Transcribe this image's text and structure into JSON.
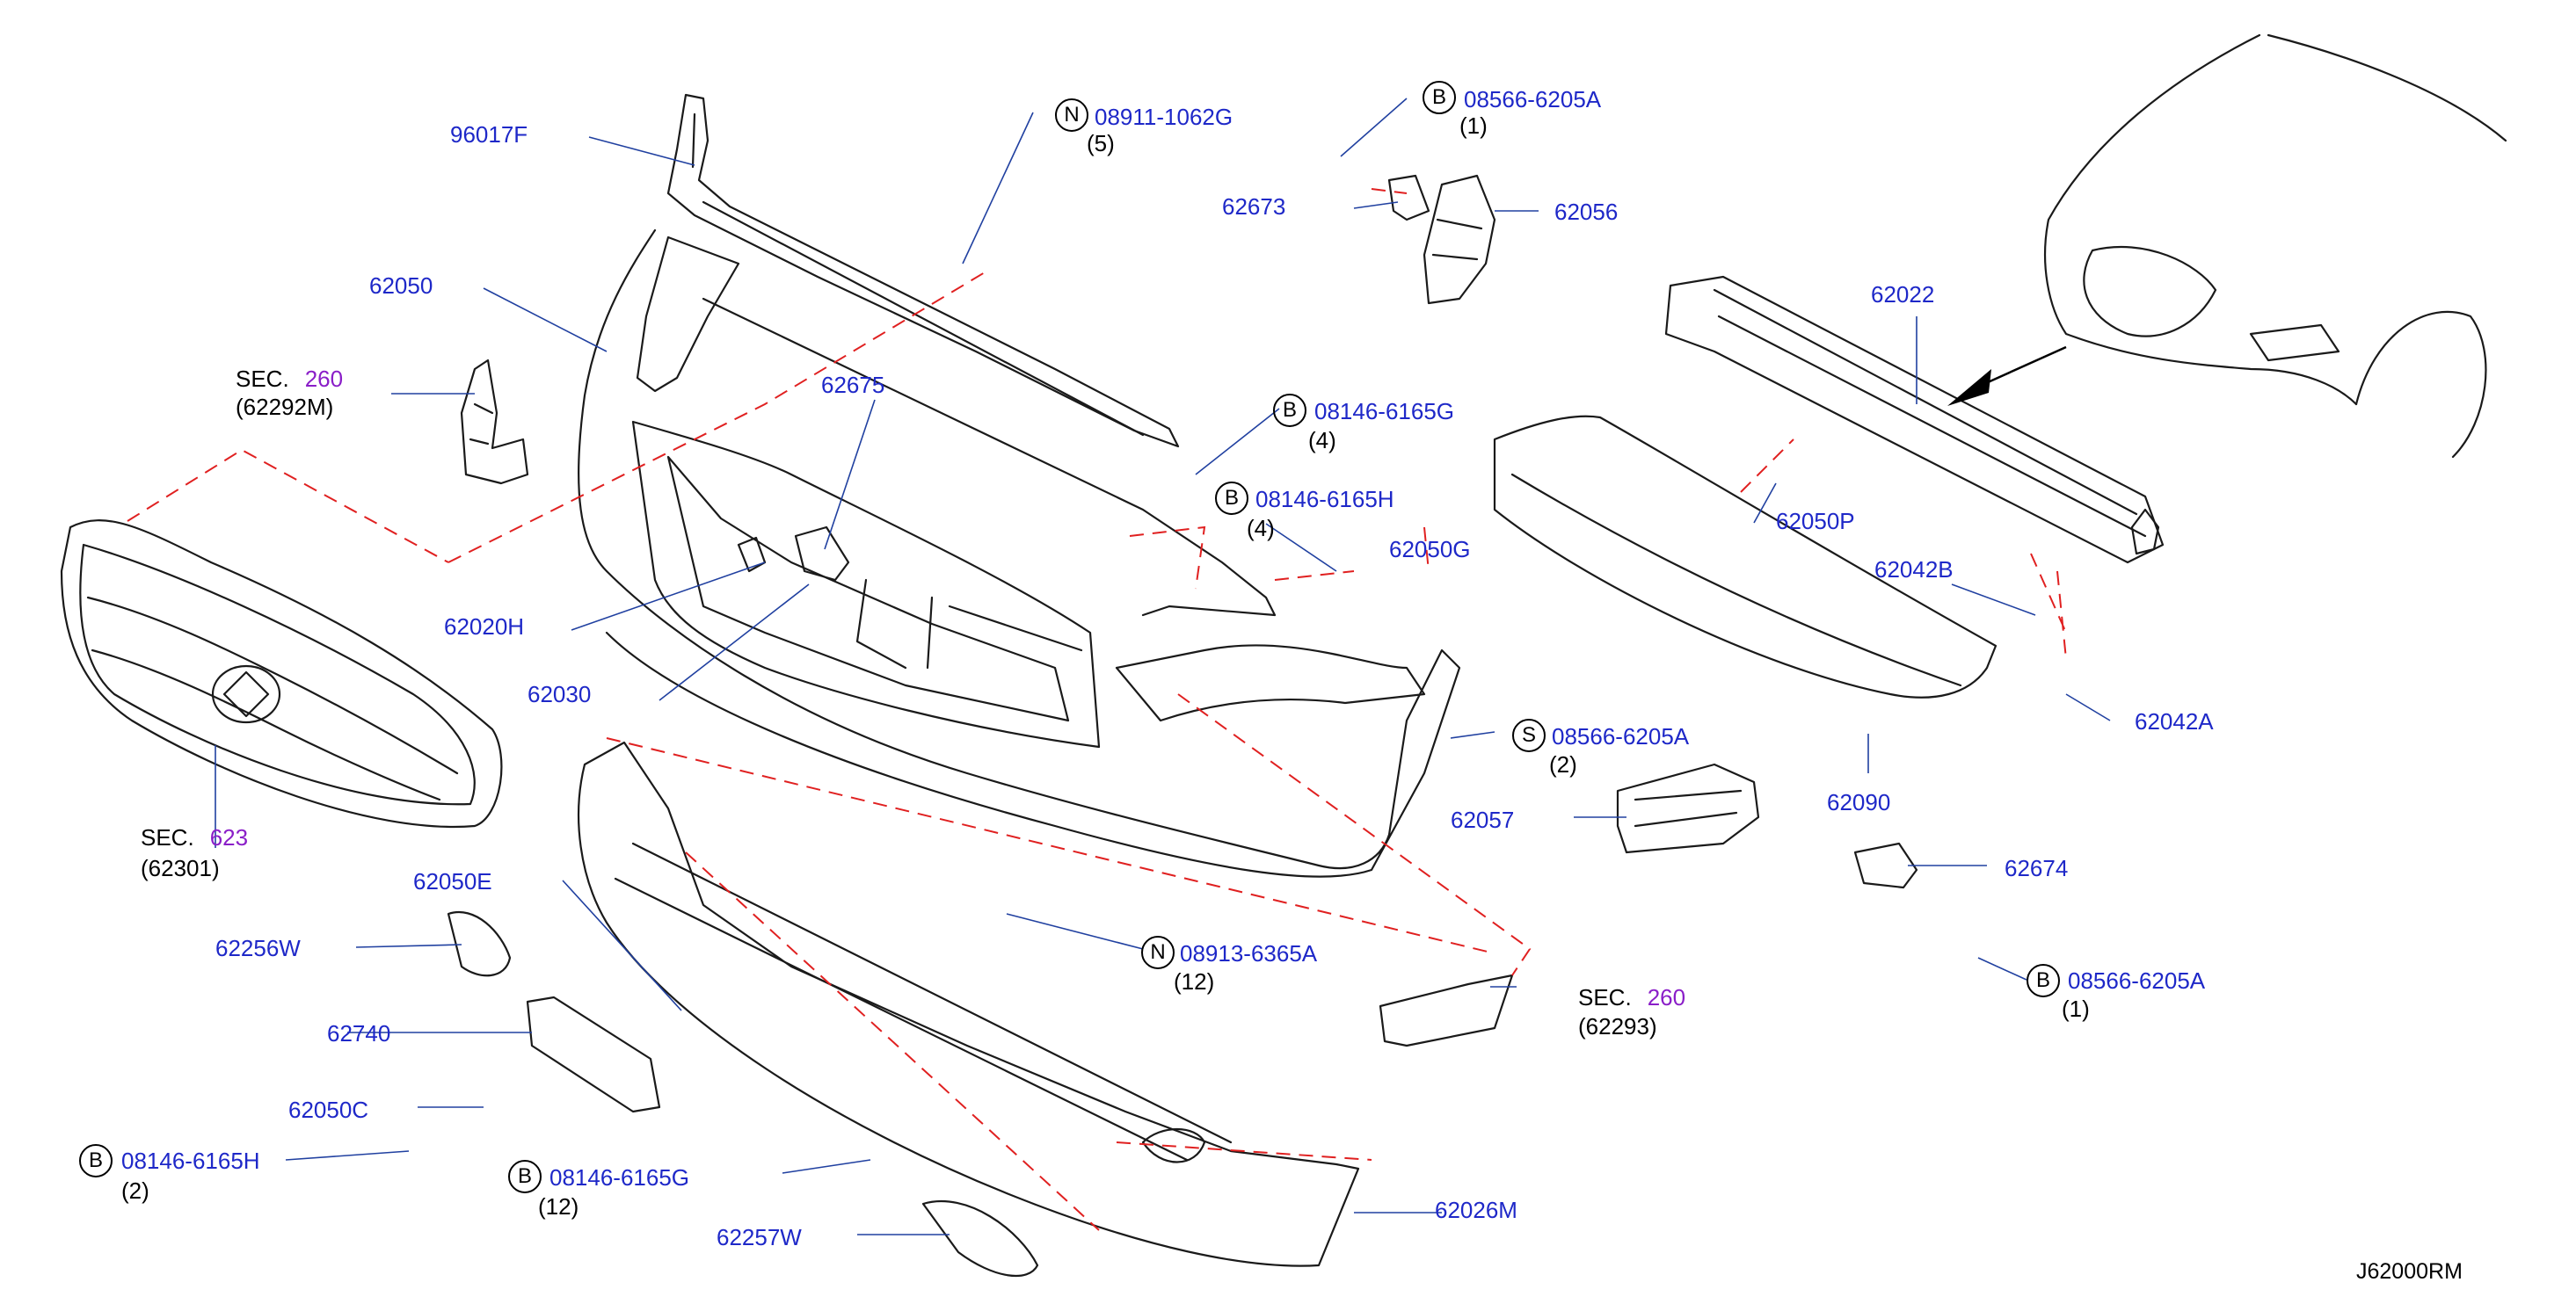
{
  "diagram_code": "J62000RM",
  "part_labels": {
    "p96017F": "96017F",
    "p62050": "62050",
    "p62675": "62675",
    "p62020H": "62020H",
    "p62030": "62030",
    "p62673": "62673",
    "p62056": "62056",
    "p62022": "62022",
    "p62050P": "62050P",
    "p62042B": "62042B",
    "p62042A": "62042A",
    "p62090": "62090",
    "p62050G": "62050G",
    "p62057": "62057",
    "p62674": "62674",
    "p62050E": "62050E",
    "p62256W": "62256W",
    "p62740": "62740",
    "p62050C": "62050C",
    "p62257W": "62257W",
    "p62026M": "62026M"
  },
  "fasteners": [
    {
      "prefix": "N",
      "part": "08911-1062G",
      "qty": "(5)"
    },
    {
      "prefix": "B",
      "part": "08566-6205A",
      "qty": "(1)"
    },
    {
      "prefix": "B",
      "part": "08146-6165G",
      "qty": "(4)"
    },
    {
      "prefix": "B",
      "part": "08146-6165H",
      "qty": "(4)"
    },
    {
      "prefix": "S",
      "part": "08566-6205A",
      "qty": "(2)"
    },
    {
      "prefix": "N",
      "part": "08913-6365A",
      "qty": "(12)"
    },
    {
      "prefix": "B",
      "part": "08566-6205A",
      "qty": "(1)"
    },
    {
      "prefix": "B",
      "part": "08146-6165H",
      "qty": "(2)"
    },
    {
      "prefix": "B",
      "part": "08146-6165G",
      "qty": "(12)"
    }
  ],
  "section_refs": [
    {
      "sec": "SEC.",
      "num": "260",
      "ref": "(62292M)"
    },
    {
      "sec": "SEC.",
      "num": "623",
      "ref": "(62301)"
    },
    {
      "sec": "SEC.",
      "num": "260",
      "ref": "(62293)"
    }
  ]
}
